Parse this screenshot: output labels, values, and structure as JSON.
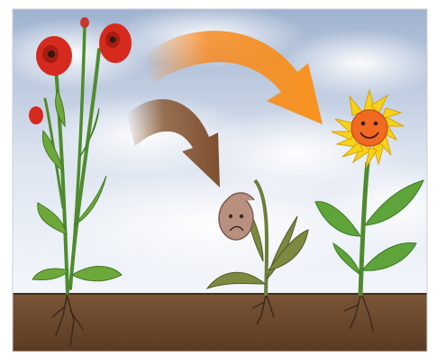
{
  "scene": {
    "subject": "poppy-sunflower-wilted-flower-illustration",
    "elements": [
      "poppy-plant",
      "wilted-flower",
      "smiling-sunflower",
      "brown-arrow",
      "orange-arrow",
      "soil",
      "sky"
    ],
    "colors": {
      "sky_top": "#9fb2cf",
      "sky_bottom": "#f3f6fb",
      "soil_top": "#7a5537",
      "soil_bottom": "#5a3b22",
      "poppy_red": "#d62a1f",
      "sunflower_petal": "#f7d21a",
      "sunflower_center": "#f26a21",
      "wilted_petal": "#b98f80",
      "stem_green": "#4f8b2e",
      "leaf_green": "#6ea83a",
      "orange_arrow": "#f58a24",
      "brown_arrow": "#8a5a36"
    }
  }
}
